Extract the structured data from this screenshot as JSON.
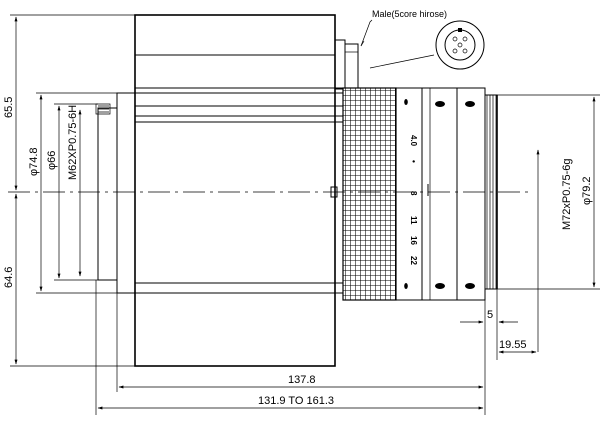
{
  "connector": {
    "label": "Male(5core hirose)"
  },
  "dimensions": {
    "height_top": "65.5",
    "height_bottom": "64.6",
    "dia_74_8": "φ74.8",
    "dia_66": "φ66",
    "mount_thread": "M62XP0.75-6H",
    "front_thread": "M72xP0.75-6g",
    "front_dia": "φ79.2",
    "flange": "5",
    "front_len": "19.55",
    "body_len": "137.8",
    "total_len": "131.9 TO 161.3"
  },
  "scale": {
    "upper": [
      "4.0",
      "•",
      "8"
    ],
    "lower": [
      "11",
      "16",
      "22"
    ]
  }
}
